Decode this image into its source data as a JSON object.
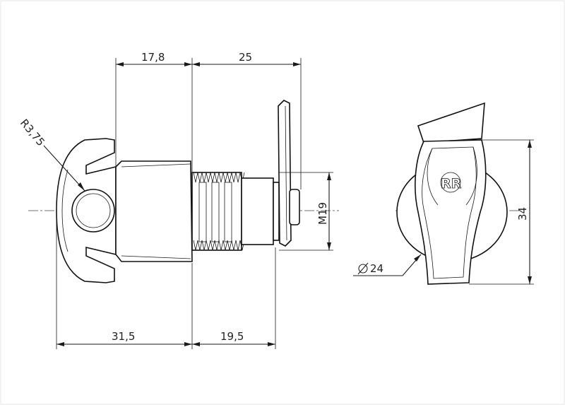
{
  "dimensions": {
    "top_left": "17,8",
    "top_right": "25",
    "radius": "R3,75",
    "thread": "M19",
    "bottom_left": "31,5",
    "bottom_right": "19,5",
    "diameter": "24",
    "height": "34"
  },
  "icons": {
    "diameter_symbol": "diameter-symbol-icon",
    "logo": "rr-logo-icon"
  }
}
